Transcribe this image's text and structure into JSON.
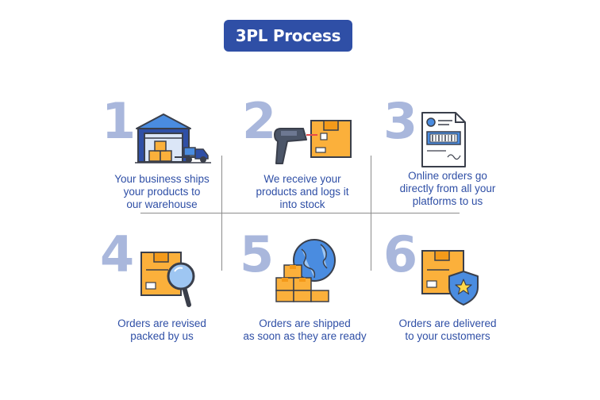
{
  "header": {
    "title": "3PL Process"
  },
  "steps": [
    {
      "number": "1",
      "icon": "warehouse-truck-icon",
      "caption": [
        "Your business ships",
        "your products to",
        "our warehouse"
      ]
    },
    {
      "number": "2",
      "icon": "barcode-scanner-box-icon",
      "caption": [
        "We receive your",
        "products and logs it",
        "into stock"
      ]
    },
    {
      "number": "3",
      "icon": "barcode-document-icon",
      "caption": [
        "Online orders go",
        "directly from all your",
        "platforms to us"
      ]
    },
    {
      "number": "4",
      "icon": "box-magnifier-icon",
      "caption": [
        "Orders are revised",
        "packed by us"
      ]
    },
    {
      "number": "5",
      "icon": "globe-boxes-icon",
      "caption": [
        "Orders are shipped",
        "as soon as they are ready"
      ]
    },
    {
      "number": "6",
      "icon": "box-shield-icon",
      "caption": [
        "Orders are delivered",
        "to your customers"
      ]
    }
  ],
  "colors": {
    "accent": "#2f4fa6",
    "number": "#a9b7dc",
    "box": "#fbb03b",
    "outline": "#3a3f4b",
    "blue": "#4a8ce0"
  }
}
